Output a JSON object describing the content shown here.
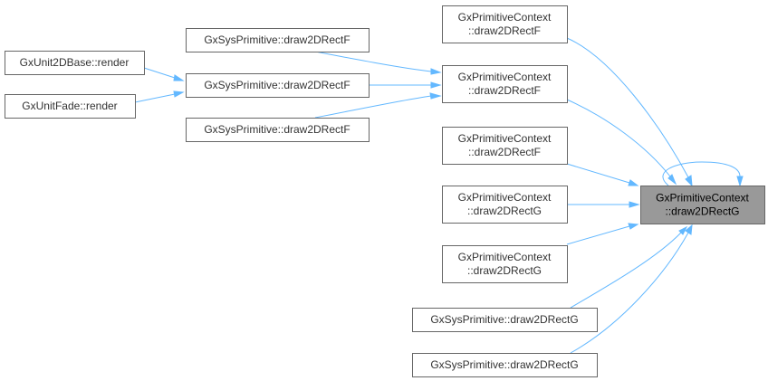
{
  "graph": {
    "focus_color": "#999999",
    "edge_color": "#63b8ff",
    "nodes": [
      {
        "id": "n1",
        "lines": [
          "GxUnit2DBase::render"
        ]
      },
      {
        "id": "n2",
        "lines": [
          "GxUnitFade::render"
        ]
      },
      {
        "id": "n3",
        "lines": [
          "GxSysPrimitive::draw2DRectF"
        ]
      },
      {
        "id": "n4",
        "lines": [
          "GxSysPrimitive::draw2DRectF"
        ]
      },
      {
        "id": "n5",
        "lines": [
          "GxSysPrimitive::draw2DRectF"
        ]
      },
      {
        "id": "n6",
        "lines": [
          "GxPrimitiveContext",
          "::draw2DRectF"
        ]
      },
      {
        "id": "n7",
        "lines": [
          "GxPrimitiveContext",
          "::draw2DRectF"
        ]
      },
      {
        "id": "n8",
        "lines": [
          "GxPrimitiveContext",
          "::draw2DRectF"
        ]
      },
      {
        "id": "n9",
        "lines": [
          "GxPrimitiveContext",
          "::draw2DRectG"
        ]
      },
      {
        "id": "n10",
        "lines": [
          "GxPrimitiveContext",
          "::draw2DRectG"
        ]
      },
      {
        "id": "n11",
        "lines": [
          "GxSysPrimitive::draw2DRectG"
        ]
      },
      {
        "id": "n12",
        "lines": [
          "GxSysPrimitive::draw2DRectG"
        ]
      },
      {
        "id": "focus",
        "lines": [
          "GxPrimitiveContext",
          "::draw2DRectG"
        ],
        "focus": true
      }
    ],
    "edges": [
      {
        "from": "n1",
        "to": "n4"
      },
      {
        "from": "n2",
        "to": "n4"
      },
      {
        "from": "n3",
        "to": "n7"
      },
      {
        "from": "n4",
        "to": "n7"
      },
      {
        "from": "n5",
        "to": "n7"
      },
      {
        "from": "n6",
        "to": "focus"
      },
      {
        "from": "n7",
        "to": "focus"
      },
      {
        "from": "n8",
        "to": "focus"
      },
      {
        "from": "n9",
        "to": "focus"
      },
      {
        "from": "n10",
        "to": "focus"
      },
      {
        "from": "n11",
        "to": "focus"
      },
      {
        "from": "n12",
        "to": "focus"
      },
      {
        "from": "focus",
        "to": "focus"
      }
    ]
  }
}
